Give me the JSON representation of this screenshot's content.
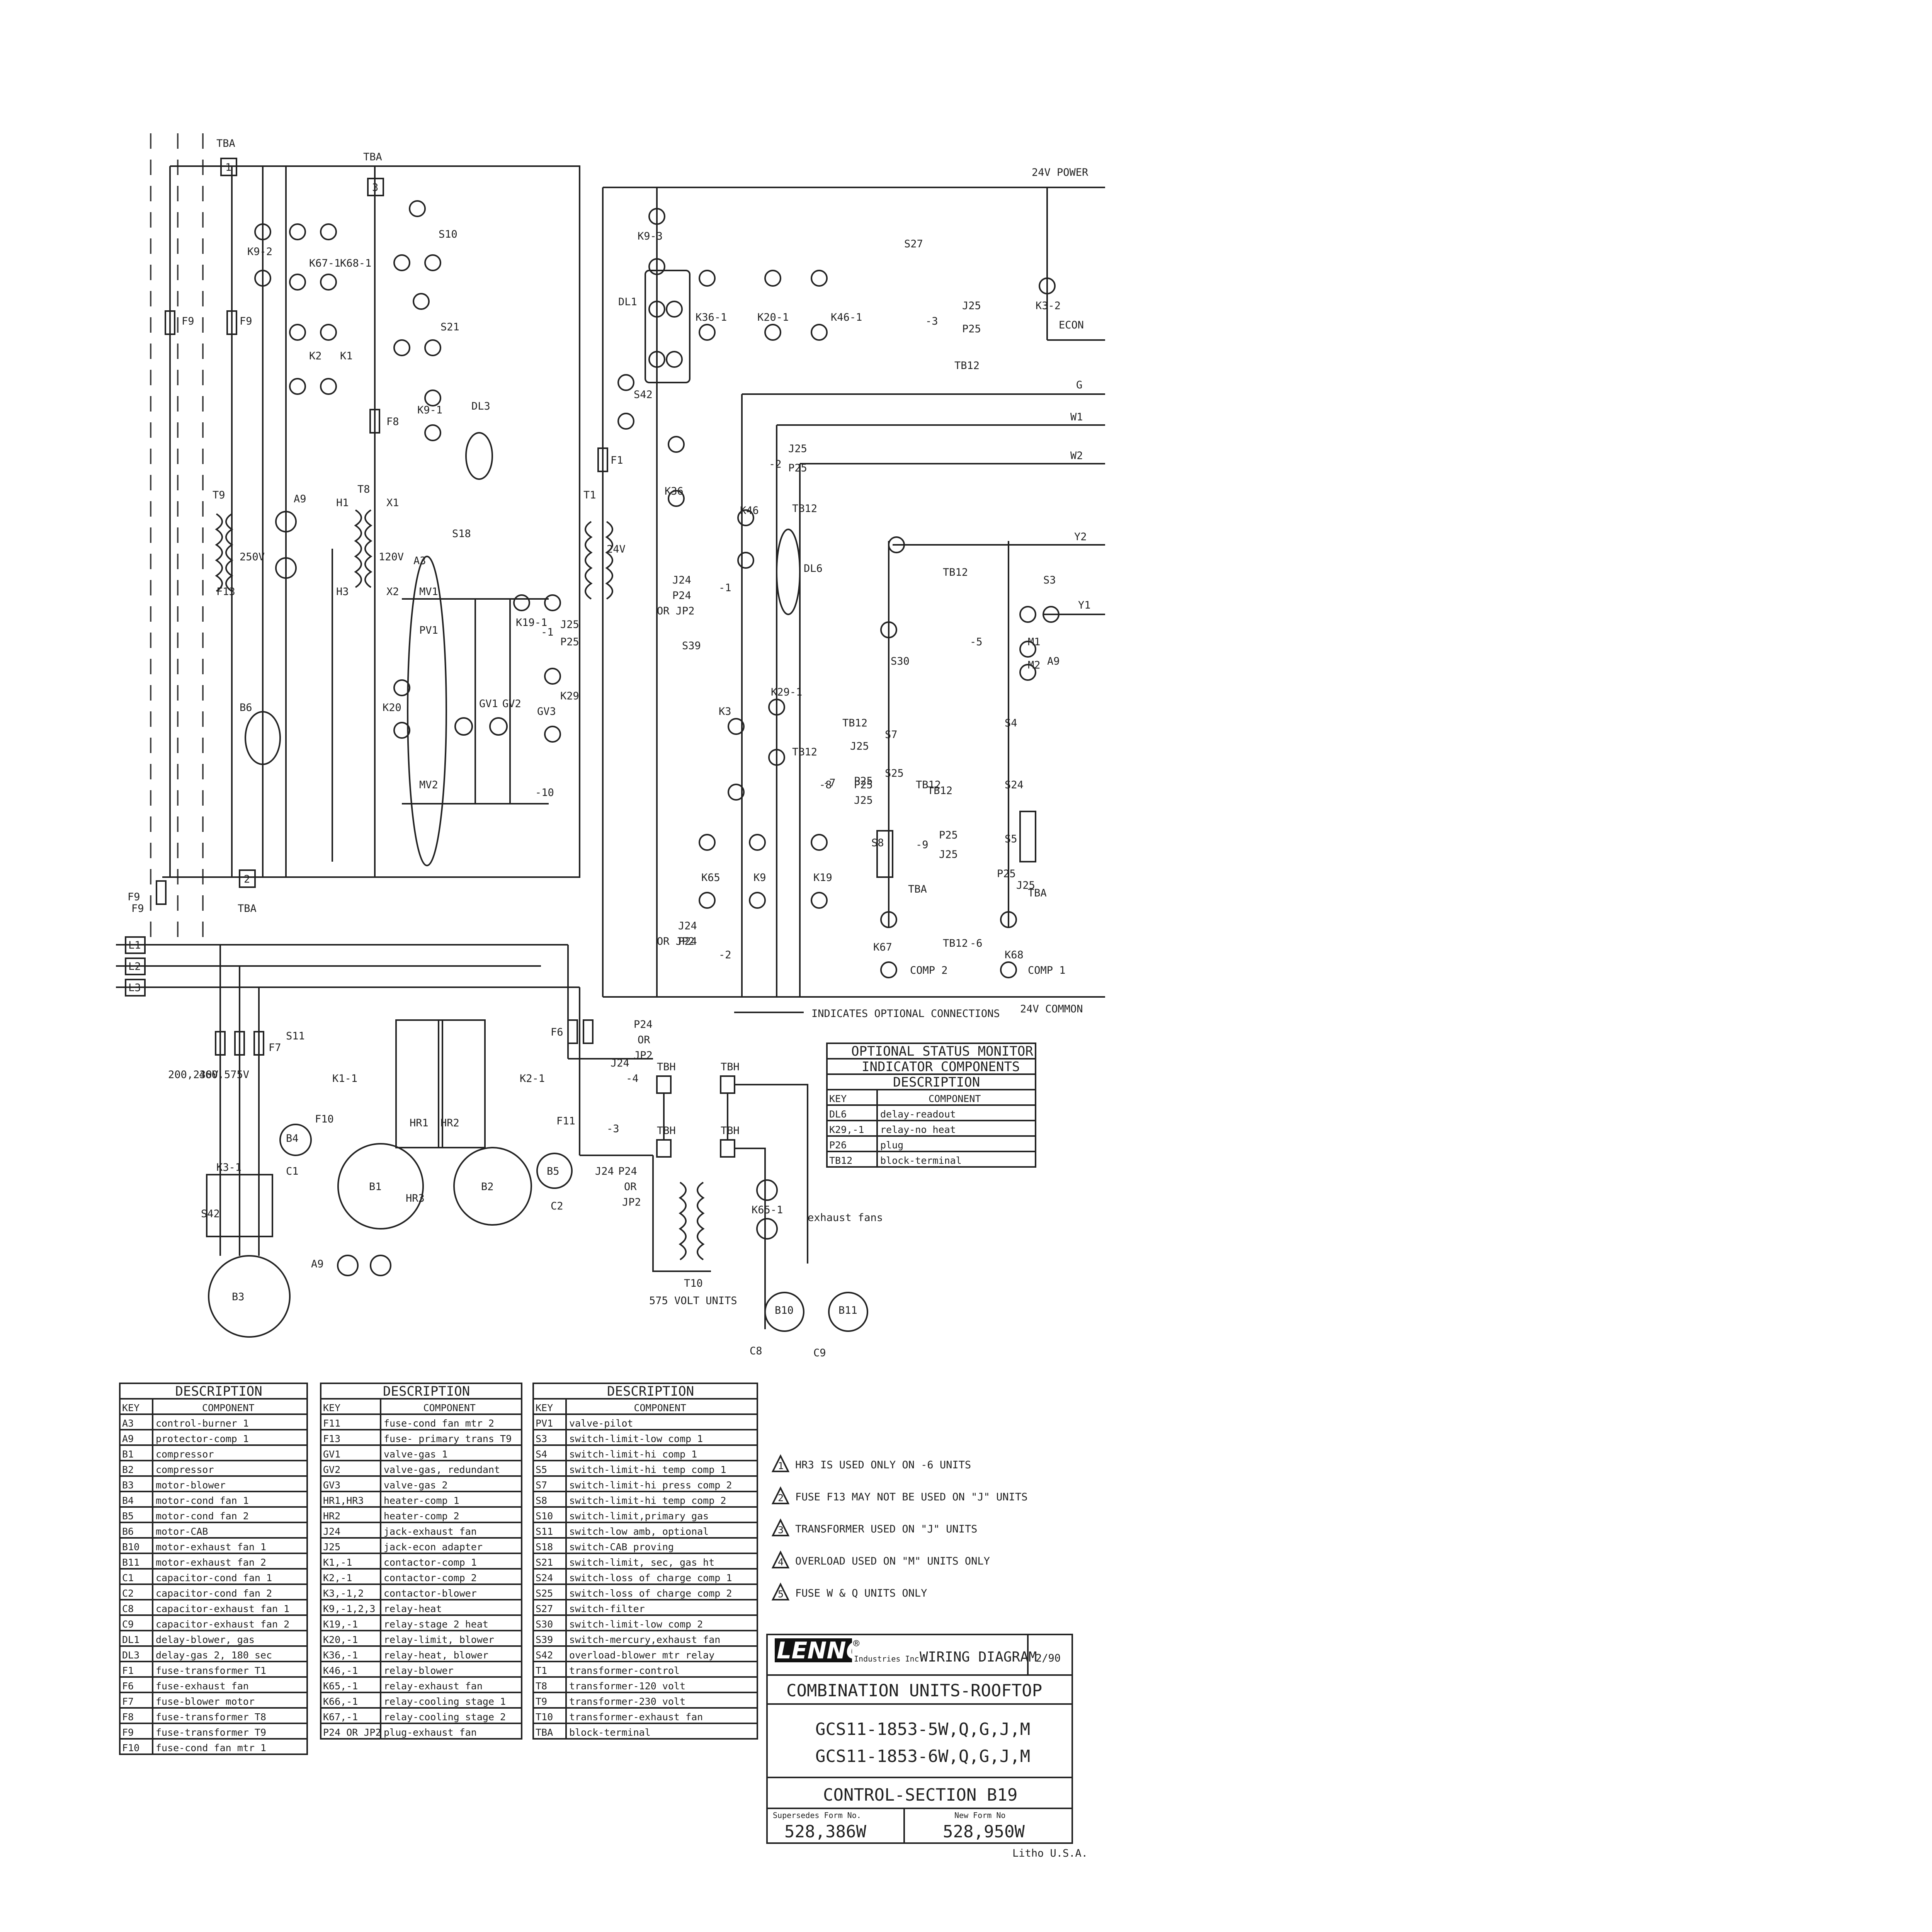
{
  "rails": {
    "power": "24V POWER",
    "common": "24V COMMON",
    "econ": "ECON",
    "g": "G",
    "w1": "W1",
    "w2": "W2",
    "y2": "Y2",
    "y1": "Y1",
    "optional_note": "INDICATES OPTIONAL CONNECTIONS"
  },
  "left_section": {
    "labels": [
      "TBA",
      "TBA",
      "TBA",
      "F9",
      "F9",
      "F9",
      "F8",
      "T9",
      "250V",
      "T8",
      "120V",
      "H1",
      "H3",
      "X1",
      "X2",
      "A9",
      "A3",
      "K2",
      "K1",
      "K9-2",
      "K67-1",
      "K68-1",
      "S10",
      "S21",
      "K9-1",
      "DL3",
      "S18",
      "MV1",
      "PV1",
      "MV2",
      "K20",
      "K19-1",
      "GV1",
      "GV2",
      "GV3",
      "K29",
      "F13",
      "B6",
      "J25",
      "P25",
      "-1",
      "-10"
    ],
    "terminals": [
      "1",
      "3",
      "2"
    ]
  },
  "right_section": {
    "labels": [
      "K9-3",
      "DL1",
      "K36-1",
      "K20-1",
      "K46-1",
      "S27",
      "J25",
      "P25",
      "TB12",
      "-3",
      "K3-2",
      "S42",
      "F1",
      "T1",
      "24V",
      "K36",
      "K46",
      "J25",
      "P25",
      "-2",
      "TB12",
      "TB12",
      "DL6",
      "J24",
      "P24",
      "OR JP2",
      "-1",
      "S39",
      "K3",
      "K29-1",
      "TB12",
      "J25",
      "P25",
      "-7",
      "S30",
      "S7",
      "S25",
      "TB12",
      "-8",
      "J25",
      "P25",
      "S8",
      "TB12",
      "-9",
      "J25",
      "P25",
      "TBA",
      "K65",
      "K9",
      "K19",
      "J24",
      "P24",
      "OR JP2",
      "-2",
      "K67",
      "COMP 2",
      "S3",
      "M1",
      "M2",
      "A9",
      "S4",
      "S24",
      "S5",
      "TBA",
      "P25",
      "J25",
      "TB12",
      "-6",
      "-5",
      "K68",
      "COMP 1",
      "TB12"
    ]
  },
  "lower_section": {
    "labels": [
      "L1",
      "L2",
      "L3",
      "200,230V",
      "460,575V",
      "F9",
      "S11",
      "F7",
      "K3-1",
      "F10",
      "K1-1",
      "HR1",
      "HR2",
      "K2-1",
      "F11",
      "S42",
      "B3",
      "B4",
      "C1",
      "B1",
      "HR3",
      "A9",
      "B2",
      "B5",
      "C2",
      "F6",
      "P24",
      "OR",
      "JP2",
      "J24",
      "-4",
      "TBH",
      "TBH",
      "TBH",
      "TBH",
      "-3",
      "J24",
      "P24",
      "OR",
      "JP2",
      "T10",
      "575 VOLT UNITS",
      "K65-1",
      "exhaust fans",
      "B10",
      "B11",
      "C8",
      "C9"
    ]
  },
  "tables": {
    "status_monitor": {
      "title1": "OPTIONAL STATUS MONITOR",
      "title2": "INDICATOR COMPONENTS",
      "col_desc": "DESCRIPTION",
      "col_key": "KEY",
      "col_comp": "COMPONENT",
      "rows": [
        [
          "DL6",
          "delay-readout"
        ],
        [
          "K29,-1",
          "relay-no heat"
        ],
        [
          "P26",
          "plug"
        ],
        [
          "TB12",
          "block-terminal"
        ]
      ]
    },
    "desc1": {
      "col_desc": "DESCRIPTION",
      "col_key": "KEY",
      "col_comp": "COMPONENT",
      "rows": [
        [
          "A3",
          "control-burner 1"
        ],
        [
          "A9",
          "protector-comp 1"
        ],
        [
          "B1",
          "compressor"
        ],
        [
          "B2",
          "compressor"
        ],
        [
          "B3",
          "motor-blower"
        ],
        [
          "B4",
          "motor-cond fan 1"
        ],
        [
          "B5",
          "motor-cond fan 2"
        ],
        [
          "B6",
          "motor-CAB"
        ],
        [
          "B10",
          "motor-exhaust fan 1"
        ],
        [
          "B11",
          "motor-exhaust fan 2"
        ],
        [
          "C1",
          "capacitor-cond fan 1"
        ],
        [
          "C2",
          "capacitor-cond fan 2"
        ],
        [
          "C8",
          "capacitor-exhaust fan 1"
        ],
        [
          "C9",
          "capacitor-exhaust fan 2"
        ],
        [
          "DL1",
          "delay-blower, gas"
        ],
        [
          "DL3",
          "delay-gas 2, 180 sec"
        ],
        [
          "F1",
          "fuse-transformer T1"
        ],
        [
          "F6",
          "fuse-exhaust fan"
        ],
        [
          "F7",
          "fuse-blower motor"
        ],
        [
          "F8",
          "fuse-transformer T8"
        ],
        [
          "F9",
          "fuse-transformer T9"
        ],
        [
          "F10",
          "fuse-cond fan mtr 1"
        ]
      ]
    },
    "desc2": {
      "col_desc": "DESCRIPTION",
      "col_key": "KEY",
      "col_comp": "COMPONENT",
      "rows": [
        [
          "F11",
          "fuse-cond fan mtr 2"
        ],
        [
          "F13",
          "fuse- primary trans T9"
        ],
        [
          "GV1",
          "valve-gas 1"
        ],
        [
          "GV2",
          "valve-gas, redundant"
        ],
        [
          "GV3",
          "valve-gas 2"
        ],
        [
          "HR1,HR3",
          "heater-comp 1"
        ],
        [
          "HR2",
          "heater-comp 2"
        ],
        [
          "J24",
          "jack-exhaust fan"
        ],
        [
          "J25",
          "jack-econ adapter"
        ],
        [
          "K1,-1",
          "contactor-comp 1"
        ],
        [
          "K2,-1",
          "contactor-comp 2"
        ],
        [
          "K3,-1,2",
          "contactor-blower"
        ],
        [
          "K9,-1,2,3",
          "relay-heat"
        ],
        [
          "K19,-1",
          "relay-stage 2 heat"
        ],
        [
          "K20,-1",
          "relay-limit, blower"
        ],
        [
          "K36,-1",
          "relay-heat, blower"
        ],
        [
          "K46,-1",
          "relay-blower"
        ],
        [
          "K65,-1",
          "relay-exhaust fan"
        ],
        [
          "K66,-1",
          "relay-cooling stage 1"
        ],
        [
          "K67,-1",
          "relay-cooling stage 2"
        ],
        [
          "P24 OR JP2",
          "plug-exhaust fan"
        ]
      ]
    },
    "desc3": {
      "col_desc": "DESCRIPTION",
      "col_key": "KEY",
      "col_comp": "COMPONENT",
      "rows": [
        [
          "PV1",
          "valve-pilot"
        ],
        [
          "S3",
          "switch-limit-low comp 1"
        ],
        [
          "S4",
          "switch-limit-hi comp 1"
        ],
        [
          "S5",
          "switch-limit-hi temp comp 1"
        ],
        [
          "S7",
          "switch-limit-hi press comp 2"
        ],
        [
          "S8",
          "switch-limit-hi temp comp 2"
        ],
        [
          "S10",
          "switch-limit,primary gas"
        ],
        [
          "S11",
          "switch-low amb, optional"
        ],
        [
          "S18",
          "switch-CAB proving"
        ],
        [
          "S21",
          "switch-limit, sec, gas ht"
        ],
        [
          "S24",
          "switch-loss of charge comp 1"
        ],
        [
          "S25",
          "switch-loss of charge comp 2"
        ],
        [
          "S27",
          "switch-filter"
        ],
        [
          "S30",
          "switch-limit-low comp 2"
        ],
        [
          "S39",
          "switch-mercury,exhaust fan"
        ],
        [
          "S42",
          "overload-blower mtr relay"
        ],
        [
          "T1",
          "transformer-control"
        ],
        [
          "T8",
          "transformer-120 volt"
        ],
        [
          "T9",
          "transformer-230 volt"
        ],
        [
          "T10",
          "transformer-exhaust fan"
        ],
        [
          "TBA",
          "block-terminal"
        ]
      ]
    }
  },
  "notes": [
    "HR3 IS USED ONLY ON -6 UNITS",
    "FUSE F13 MAY NOT BE USED ON \"J\" UNITS",
    "TRANSFORMER USED ON \"J\" UNITS",
    "OVERLOAD USED ON \"M\" UNITS ONLY",
    "FUSE W & Q UNITS ONLY"
  ],
  "note_numbers": [
    "1",
    "2",
    "3",
    "4",
    "5"
  ],
  "title_block": {
    "logo": "LENNOX",
    "logo_reg": "®",
    "logo_sub": "Industries Inc.",
    "diagram_label": "WIRING DIAGRAM",
    "date": "2/90",
    "product": "COMBINATION UNITS-ROOFTOP",
    "model1": "GCS11-1853-5W,Q,G,J,M",
    "model2": "GCS11-1853-6W,Q,G,J,M",
    "section": "CONTROL-SECTION B19",
    "supersedes_label": "Supersedes Form No.",
    "supersedes_value": "528,386W",
    "new_form_label": "New Form No",
    "new_form_value": "528,950W",
    "litho": "Litho U.S.A."
  }
}
